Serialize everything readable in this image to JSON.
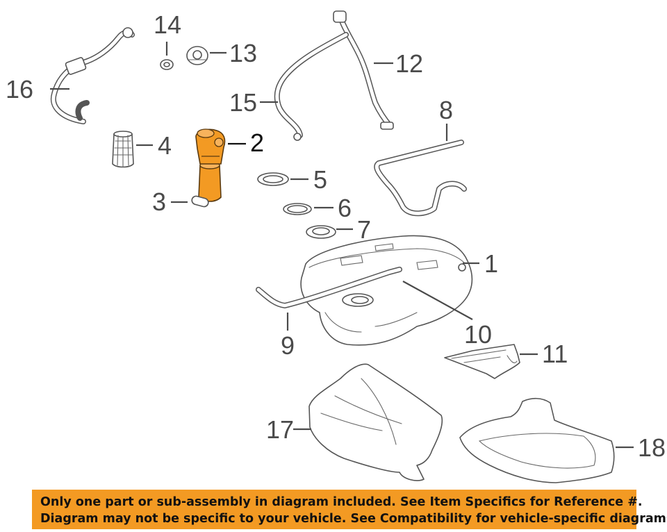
{
  "callouts": {
    "c1": "1",
    "c2": "2",
    "c3": "3",
    "c4": "4",
    "c5": "5",
    "c6": "6",
    "c7": "7",
    "c8": "8",
    "c9": "9",
    "c10": "10",
    "c11": "11",
    "c12": "12",
    "c13": "13",
    "c14": "14",
    "c15": "15",
    "c16": "16",
    "c17": "17",
    "c18": "18"
  },
  "highlighted_part": "2",
  "colors": {
    "highlight": "#f39a23",
    "line_art": "#4a4a4a",
    "notice_bg": "#f39a23"
  },
  "notice": {
    "line1": "Only one part or sub-assembly in diagram included. See Item Specifics for Reference #.",
    "line2": "Diagram may not be specific to your vehicle. See Compatibility for vehicle-specific diagrams."
  }
}
